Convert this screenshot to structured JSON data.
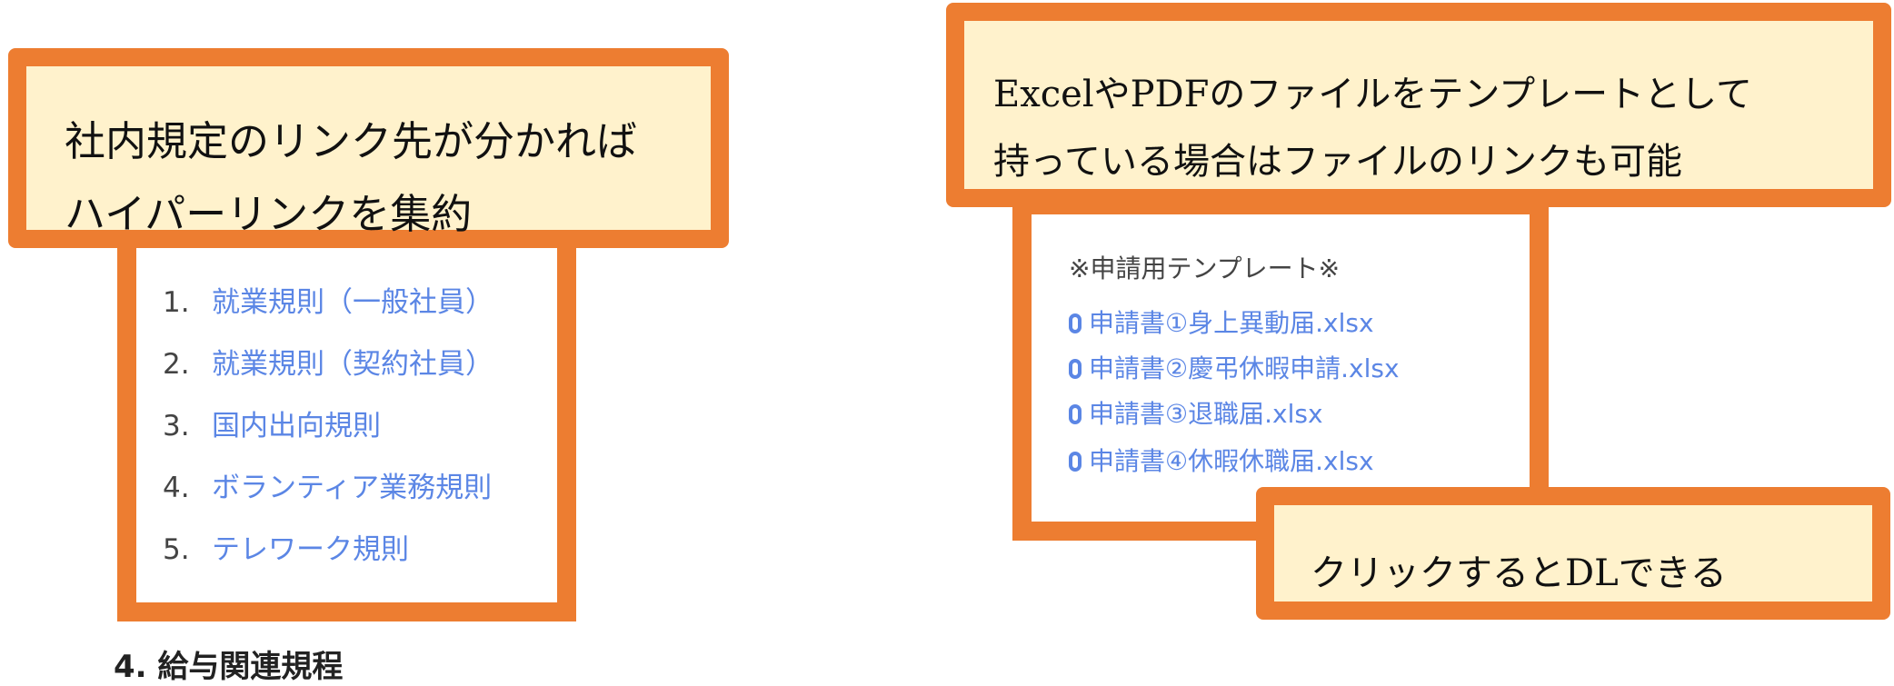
{
  "callout_left": {
    "line1": "社内規定のリンク先が分かれば",
    "line2": "ハイパーリンクを集約"
  },
  "rules_list": [
    {
      "num": "1.",
      "label": "就業規則（一般社員）"
    },
    {
      "num": "2.",
      "label": "就業規則（契約社員）"
    },
    {
      "num": "3.",
      "label": "国内出向規則"
    },
    {
      "num": "4.",
      "label": "ボランティア業務規則"
    },
    {
      "num": "5.",
      "label": "テレワーク規則"
    }
  ],
  "next_section": {
    "label": "4. 給与関連規程"
  },
  "callout_right": {
    "line1": "ExcelやPDFのファイルをテンプレートとして",
    "line2": "持っている場合はファイルのリンクも可能"
  },
  "templates": {
    "header": "※申請用テンプレート※",
    "files": [
      {
        "icon": "paperclip-icon",
        "label": "申請書①身上異動届.xlsx"
      },
      {
        "icon": "paperclip-icon",
        "label": "申請書②慶弔休暇申請.xlsx"
      },
      {
        "icon": "paperclip-icon",
        "label": "申請書③退職届.xlsx"
      },
      {
        "icon": "paperclip-icon",
        "label": "申請書④休暇休職届.xlsx"
      }
    ]
  },
  "callout_dl": {
    "text": "クリックするとDLできる"
  },
  "colors": {
    "accent": "#ED7D31",
    "callout_fill": "#FFF2CC",
    "link": "#5B86E5"
  }
}
